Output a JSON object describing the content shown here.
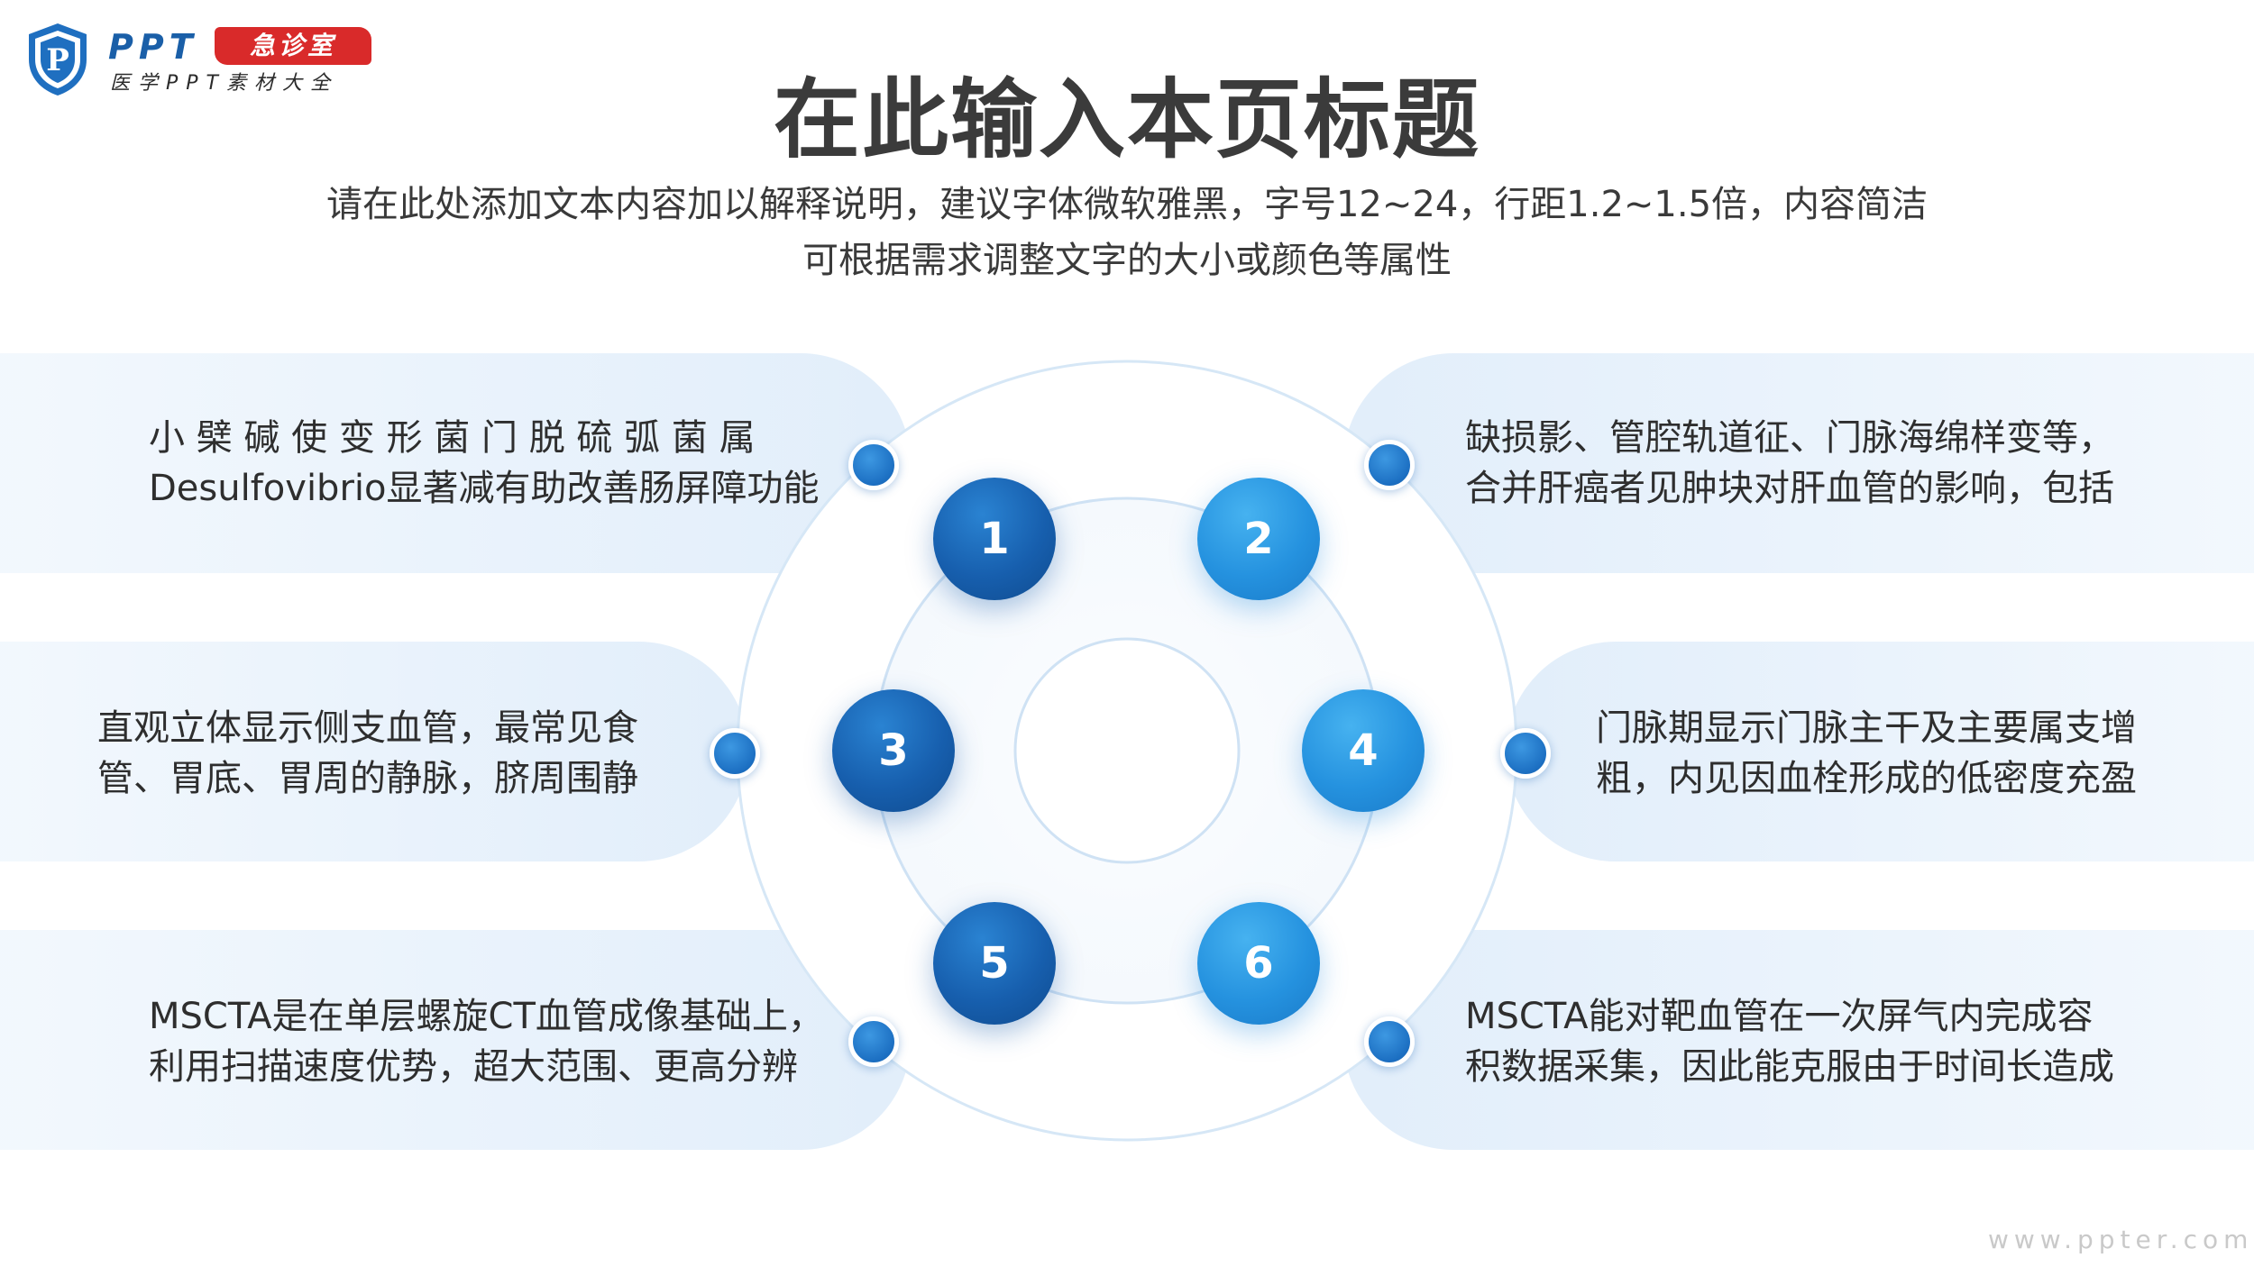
{
  "logo": {
    "brand": "PPT",
    "badge": "急诊室",
    "tagline": "医学PPT素材大全"
  },
  "title": "在此输入本页标题",
  "subtitle": {
    "line1": "请在此处添加文本内容加以解释说明，建议字体微软雅黑，字号12~24，行距1.2~1.5倍，内容简洁",
    "line2": "可根据需求调整文字的大小或颜色等属性"
  },
  "items": [
    {
      "number": "1",
      "lines": [
        "小 檗 碱 使 变 形 菌 门 脱 硫 弧 菌 属",
        "Desulfovibrio显著减有助改善肠屏障功能"
      ]
    },
    {
      "number": "2",
      "lines": [
        "缺损影、管腔轨道征、门脉海绵样变等，",
        "合并肝癌者见肿块对肝血管的影响，包括"
      ]
    },
    {
      "number": "3",
      "lines": [
        "直观立体显示侧支血管，最常见食",
        "管、胃底、胃周的静脉，脐周围静"
      ]
    },
    {
      "number": "4",
      "lines": [
        "门脉期显示门脉主干及主要属支增",
        "粗，内见因血栓形成的低密度充盈"
      ]
    },
    {
      "number": "5",
      "lines": [
        "MSCTA是在单层螺旋CT血管成像基础上，",
        "利用扫描速度优势，超大范围、更高分辨"
      ]
    },
    {
      "number": "6",
      "lines": [
        "MSCTA能对靶血管在一次屏气内完成容",
        "积数据采集，因此能克服由于时间长造成"
      ]
    }
  ],
  "watermark": "www.ppter.com",
  "colors": {
    "dark_blue": "#175fae",
    "light_blue": "#2592df",
    "ring": "#cfe3f5",
    "panel": "#e4eff9",
    "logo_red": "#d92a2a",
    "logo_blue": "#1a5fa8"
  }
}
